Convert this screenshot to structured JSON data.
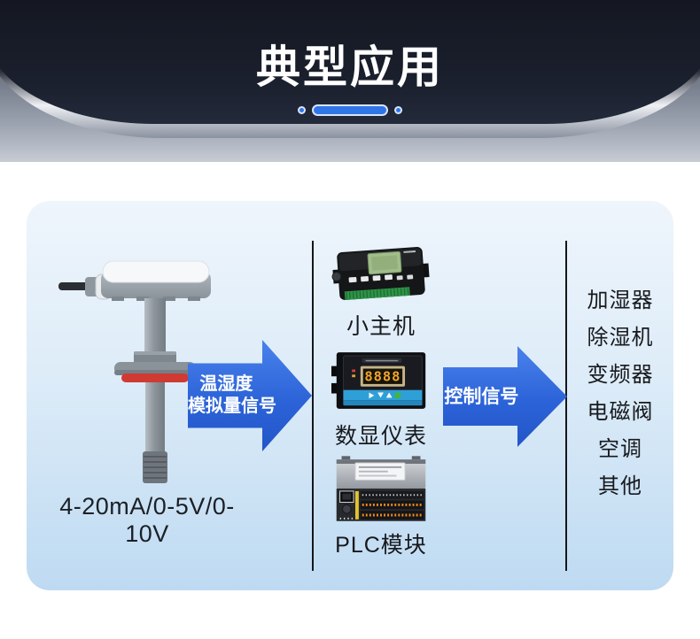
{
  "header": {
    "title": "典型应用"
  },
  "panel": {
    "sensor": {
      "label": "4-20mA/0-5V/0-10V"
    },
    "arrow1": {
      "line1": "温湿度",
      "line2": "模拟量信号"
    },
    "arrow2": {
      "line1": "控制信号"
    },
    "devices": [
      {
        "label": "小主机"
      },
      {
        "label": "数显仪表",
        "display_value": "8888"
      },
      {
        "label": "PLC模块"
      }
    ],
    "outputs": [
      "加湿器",
      "除湿机",
      "变频器",
      "电磁阀",
      "空调",
      "其他"
    ]
  },
  "colors": {
    "accent_blue": "#2e76e8",
    "arrow_blue": "#2c63d8",
    "panel_bg_top": "#eff5fc",
    "panel_bg_bottom": "#bedaf2",
    "banner_dark": "#1b202e",
    "flange_ring_red": "#cf3a33"
  }
}
